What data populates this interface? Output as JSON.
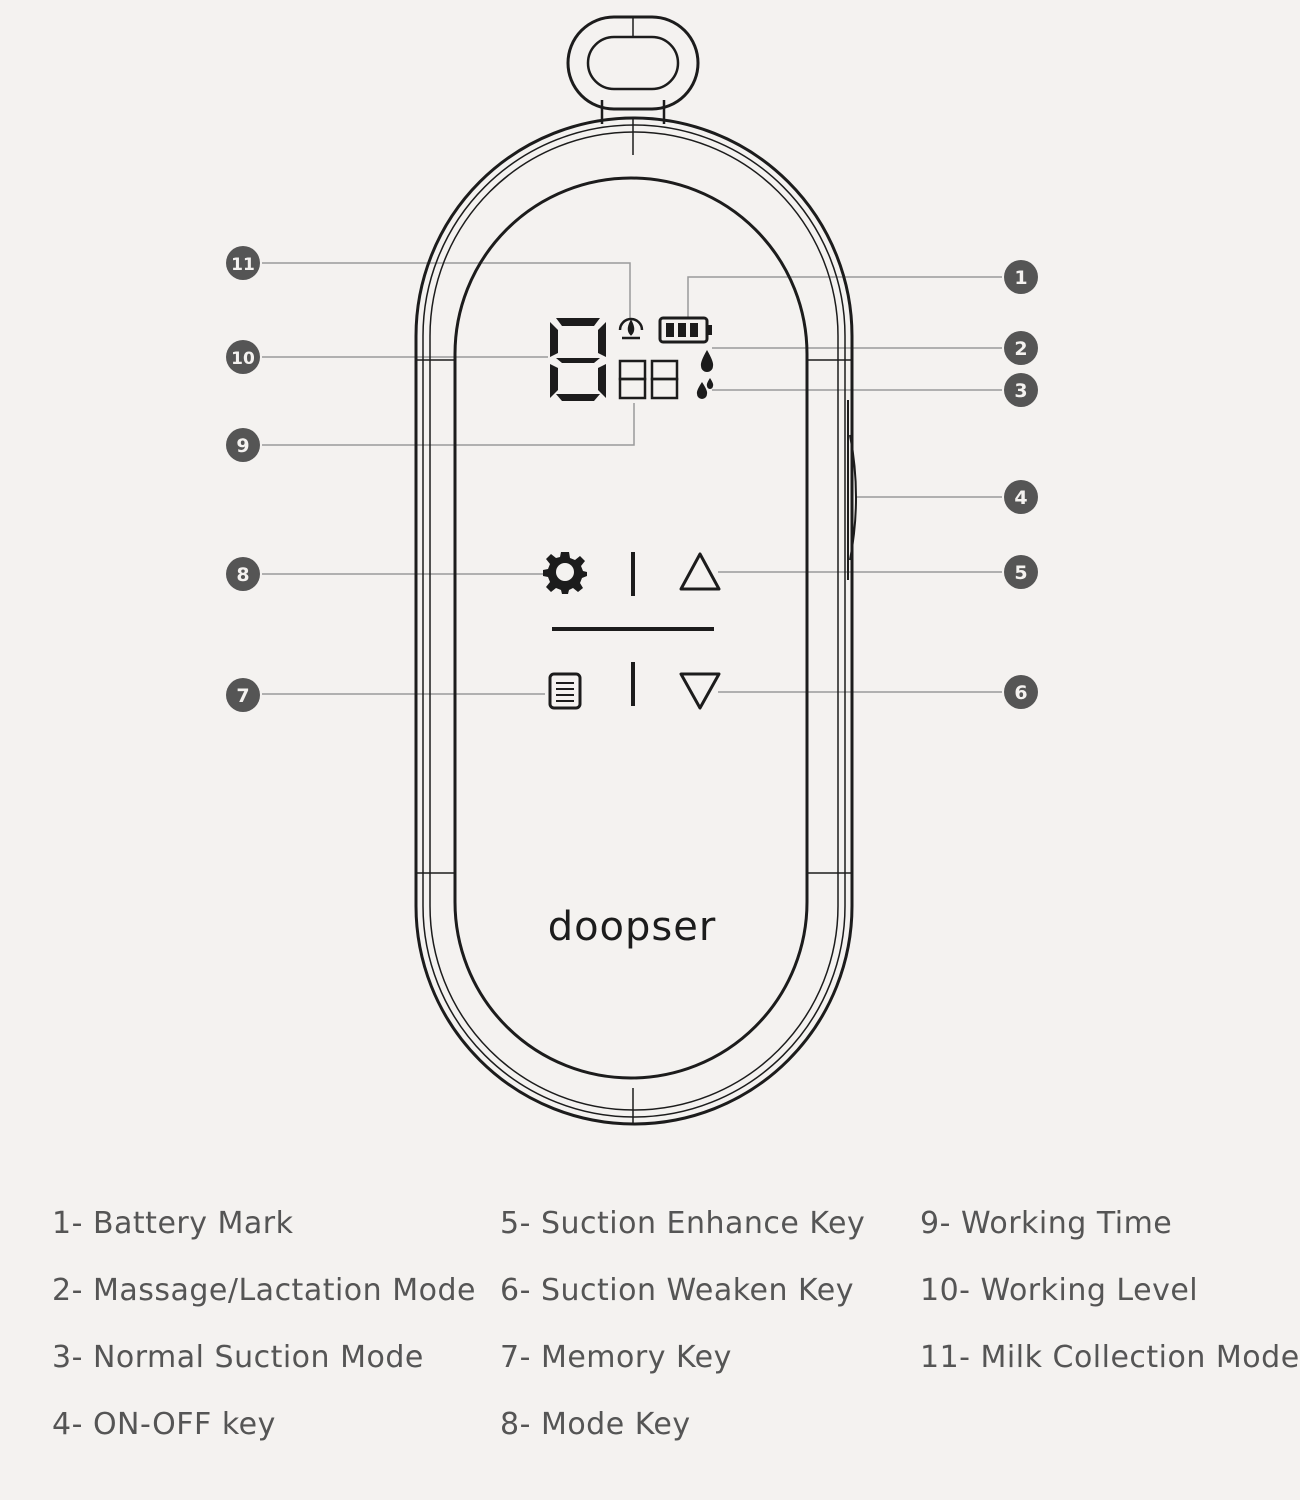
{
  "brand": "doopser",
  "colors": {
    "background": "#f4f2f0",
    "line": "#1c1c1c",
    "leader": "#9a9a9a",
    "callout": "#555555",
    "legend_text": "#555555"
  },
  "callouts": [
    "1",
    "2",
    "3",
    "4",
    "5",
    "6",
    "7",
    "8",
    "9",
    "10",
    "11"
  ],
  "display": {
    "big_digit": "8",
    "small_digits": "88",
    "battery_icon": "battery-icon",
    "milk_icon": "milk-collection-icon"
  },
  "keys": {
    "mode": "gear-icon",
    "memory": "memory-list-icon",
    "enhance": "triangle-up-icon",
    "weaken": "triangle-down-icon"
  },
  "legend": {
    "col1": [
      "1- Battery Mark",
      "2- Massage/Lactation Mode",
      "3- Normal Suction Mode",
      "4- ON-OFF key"
    ],
    "col2": [
      "5- Suction Enhance Key",
      "6- Suction Weaken Key",
      "7- Memory Key",
      "8- Mode Key"
    ],
    "col3": [
      "9- Working Time",
      "10- Working Level",
      "11- Milk Collection Mode"
    ]
  }
}
